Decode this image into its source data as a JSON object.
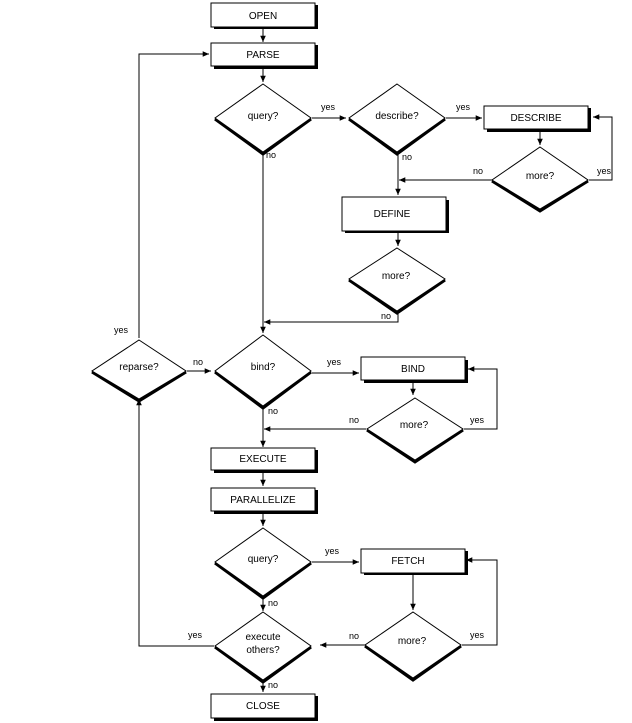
{
  "nodes": {
    "open": "OPEN",
    "parse": "PARSE",
    "query1": "query?",
    "describe_q": "describe?",
    "describe": "DESCRIBE",
    "more1": "more?",
    "define": "DEFINE",
    "more2": "more?",
    "reparse": "reparse?",
    "bind_q": "bind?",
    "bind": "BIND",
    "more3": "more?",
    "execute": "EXECUTE",
    "parallelize": "PARALLELIZE",
    "query2": "query?",
    "fetch": "FETCH",
    "more4": "more?",
    "execute_others_1": "execute",
    "execute_others_2": "others?",
    "close": "CLOSE"
  },
  "edge_labels": {
    "yes": "yes",
    "no": "no"
  }
}
